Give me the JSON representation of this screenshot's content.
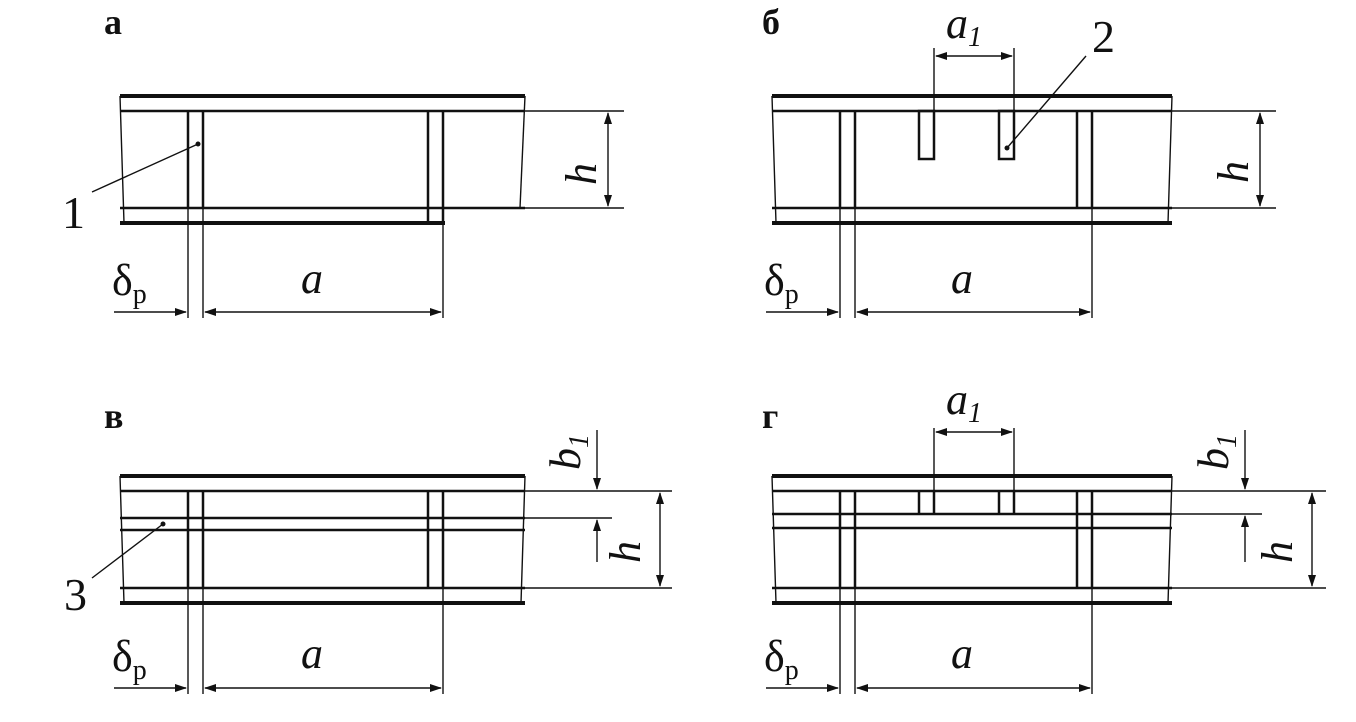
{
  "panels": {
    "a": {
      "label": "а",
      "delta_symbol": "δ",
      "delta_sub": "p",
      "span_symbol": "a",
      "height_symbol": "h",
      "callout": "1"
    },
    "b": {
      "label": "б",
      "delta_symbol": "δ",
      "delta_sub": "p",
      "span_symbol": "a",
      "height_symbol": "h",
      "short_span_symbol": "a",
      "short_span_sub": "1",
      "callout": "2"
    },
    "v": {
      "label": "в",
      "delta_symbol": "δ",
      "delta_sub": "p",
      "span_symbol": "a",
      "height_symbol": "h",
      "offset_symbol": "b",
      "offset_sub": "1",
      "callout": "3"
    },
    "g": {
      "label": "г",
      "delta_symbol": "δ",
      "delta_sub": "p",
      "span_symbol": "a",
      "height_symbol": "h",
      "short_span_symbol": "a",
      "short_span_sub": "1",
      "offset_symbol": "b",
      "offset_sub": "1"
    }
  }
}
